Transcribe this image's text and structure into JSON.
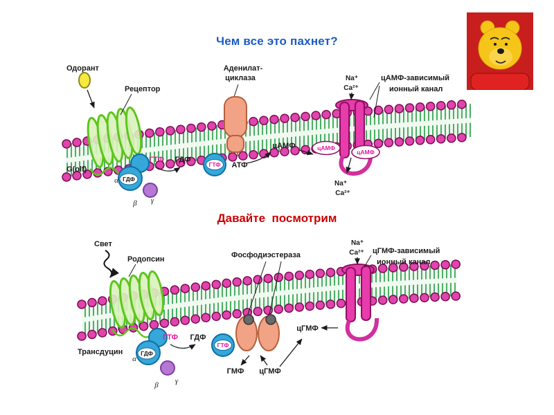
{
  "title": "Чем все это пахнет?",
  "subtitle": "Давайте  посмотрим",
  "icons": {
    "corner_image": "pooh-bear-picture"
  },
  "colors": {
    "title": "#1b5bc4",
    "subtitle": "#cc0000",
    "membrane_head": "#e044ae",
    "membrane_head_outline": "#7c0d52",
    "membrane_tails": "#4cae66",
    "receptor_green": "#5ec51c",
    "enzyme_salmon": "#f2a285",
    "channel_magenta": "#e83bac",
    "g_protein_blue": "#36a7d9",
    "beta_purple": "#b678d4",
    "odorant_yellow": "#f5ea3d",
    "gtp_text": "#e8189e"
  },
  "diagram_smell": {
    "labels": {
      "odorant": "Одорант",
      "receptor": "Рецептор",
      "adenylate_cyclase": [
        "Аденилат-",
        "циклаза"
      ],
      "channel": [
        "цАМФ-зависимый",
        "ионный канал"
      ],
      "na": "Na⁺",
      "ca": "Ca²⁺",
      "camp": "цАМФ",
      "atp": "АТФ",
      "g_olf": "G(olf)",
      "gtp": "ГТФ",
      "gdp": "ГДФ",
      "alpha": "α",
      "beta": "β",
      "gamma": "γ"
    }
  },
  "diagram_vision": {
    "labels": {
      "light": "Свет",
      "rhodopsin": "Родопсин",
      "transducin": "Трансдуцин",
      "pde": "Фосфодиэстераза",
      "channel": [
        "цГМФ-зависимый",
        "ионный канал"
      ],
      "na": "Na⁺",
      "ca": "Ca²⁺",
      "cgmp": "цГМФ",
      "gmp": "ГМФ",
      "gtp": "ГТФ",
      "gdp": "ГДФ",
      "alpha": "α",
      "beta": "β",
      "gamma": "γ"
    }
  }
}
